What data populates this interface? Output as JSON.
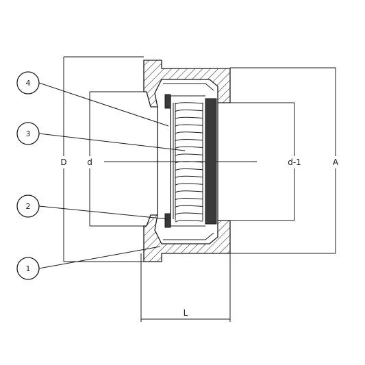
{
  "dimensions": {
    "D": "D",
    "d": "d",
    "d1": "d-1",
    "A": "A",
    "L": "L"
  },
  "callouts": [
    {
      "number": "4"
    },
    {
      "number": "3"
    },
    {
      "number": "2"
    },
    {
      "number": "1"
    }
  ]
}
